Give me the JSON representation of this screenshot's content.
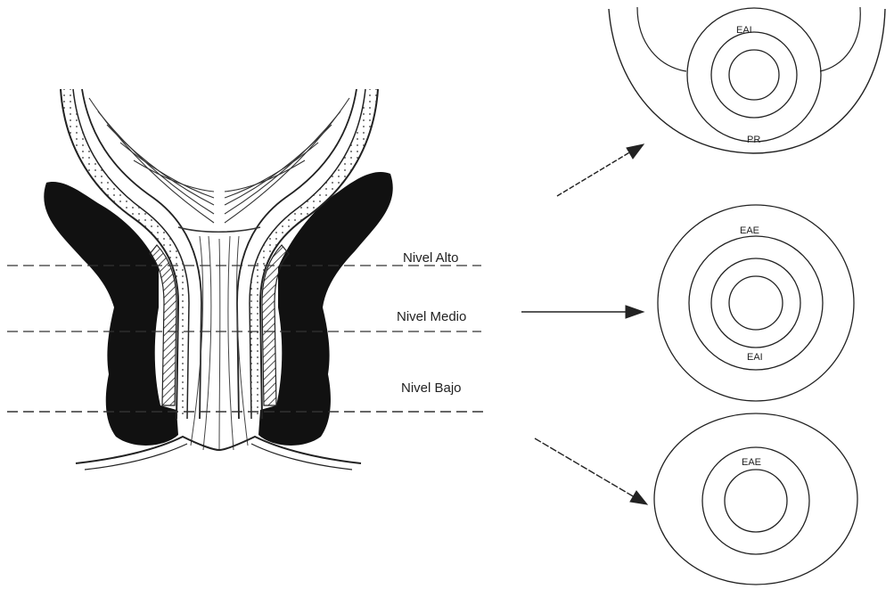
{
  "levels": {
    "high": "Nivel Alto",
    "mid": "Nivel Medio",
    "low": "Nivel Bajo"
  },
  "sections": {
    "high": {
      "inner_sphincter": "EAI",
      "puborectalis": "PR"
    },
    "mid": {
      "outer_sphincter": "EAE",
      "inner_sphincter": "EAI"
    },
    "low": {
      "outer_sphincter": "EAE"
    }
  }
}
